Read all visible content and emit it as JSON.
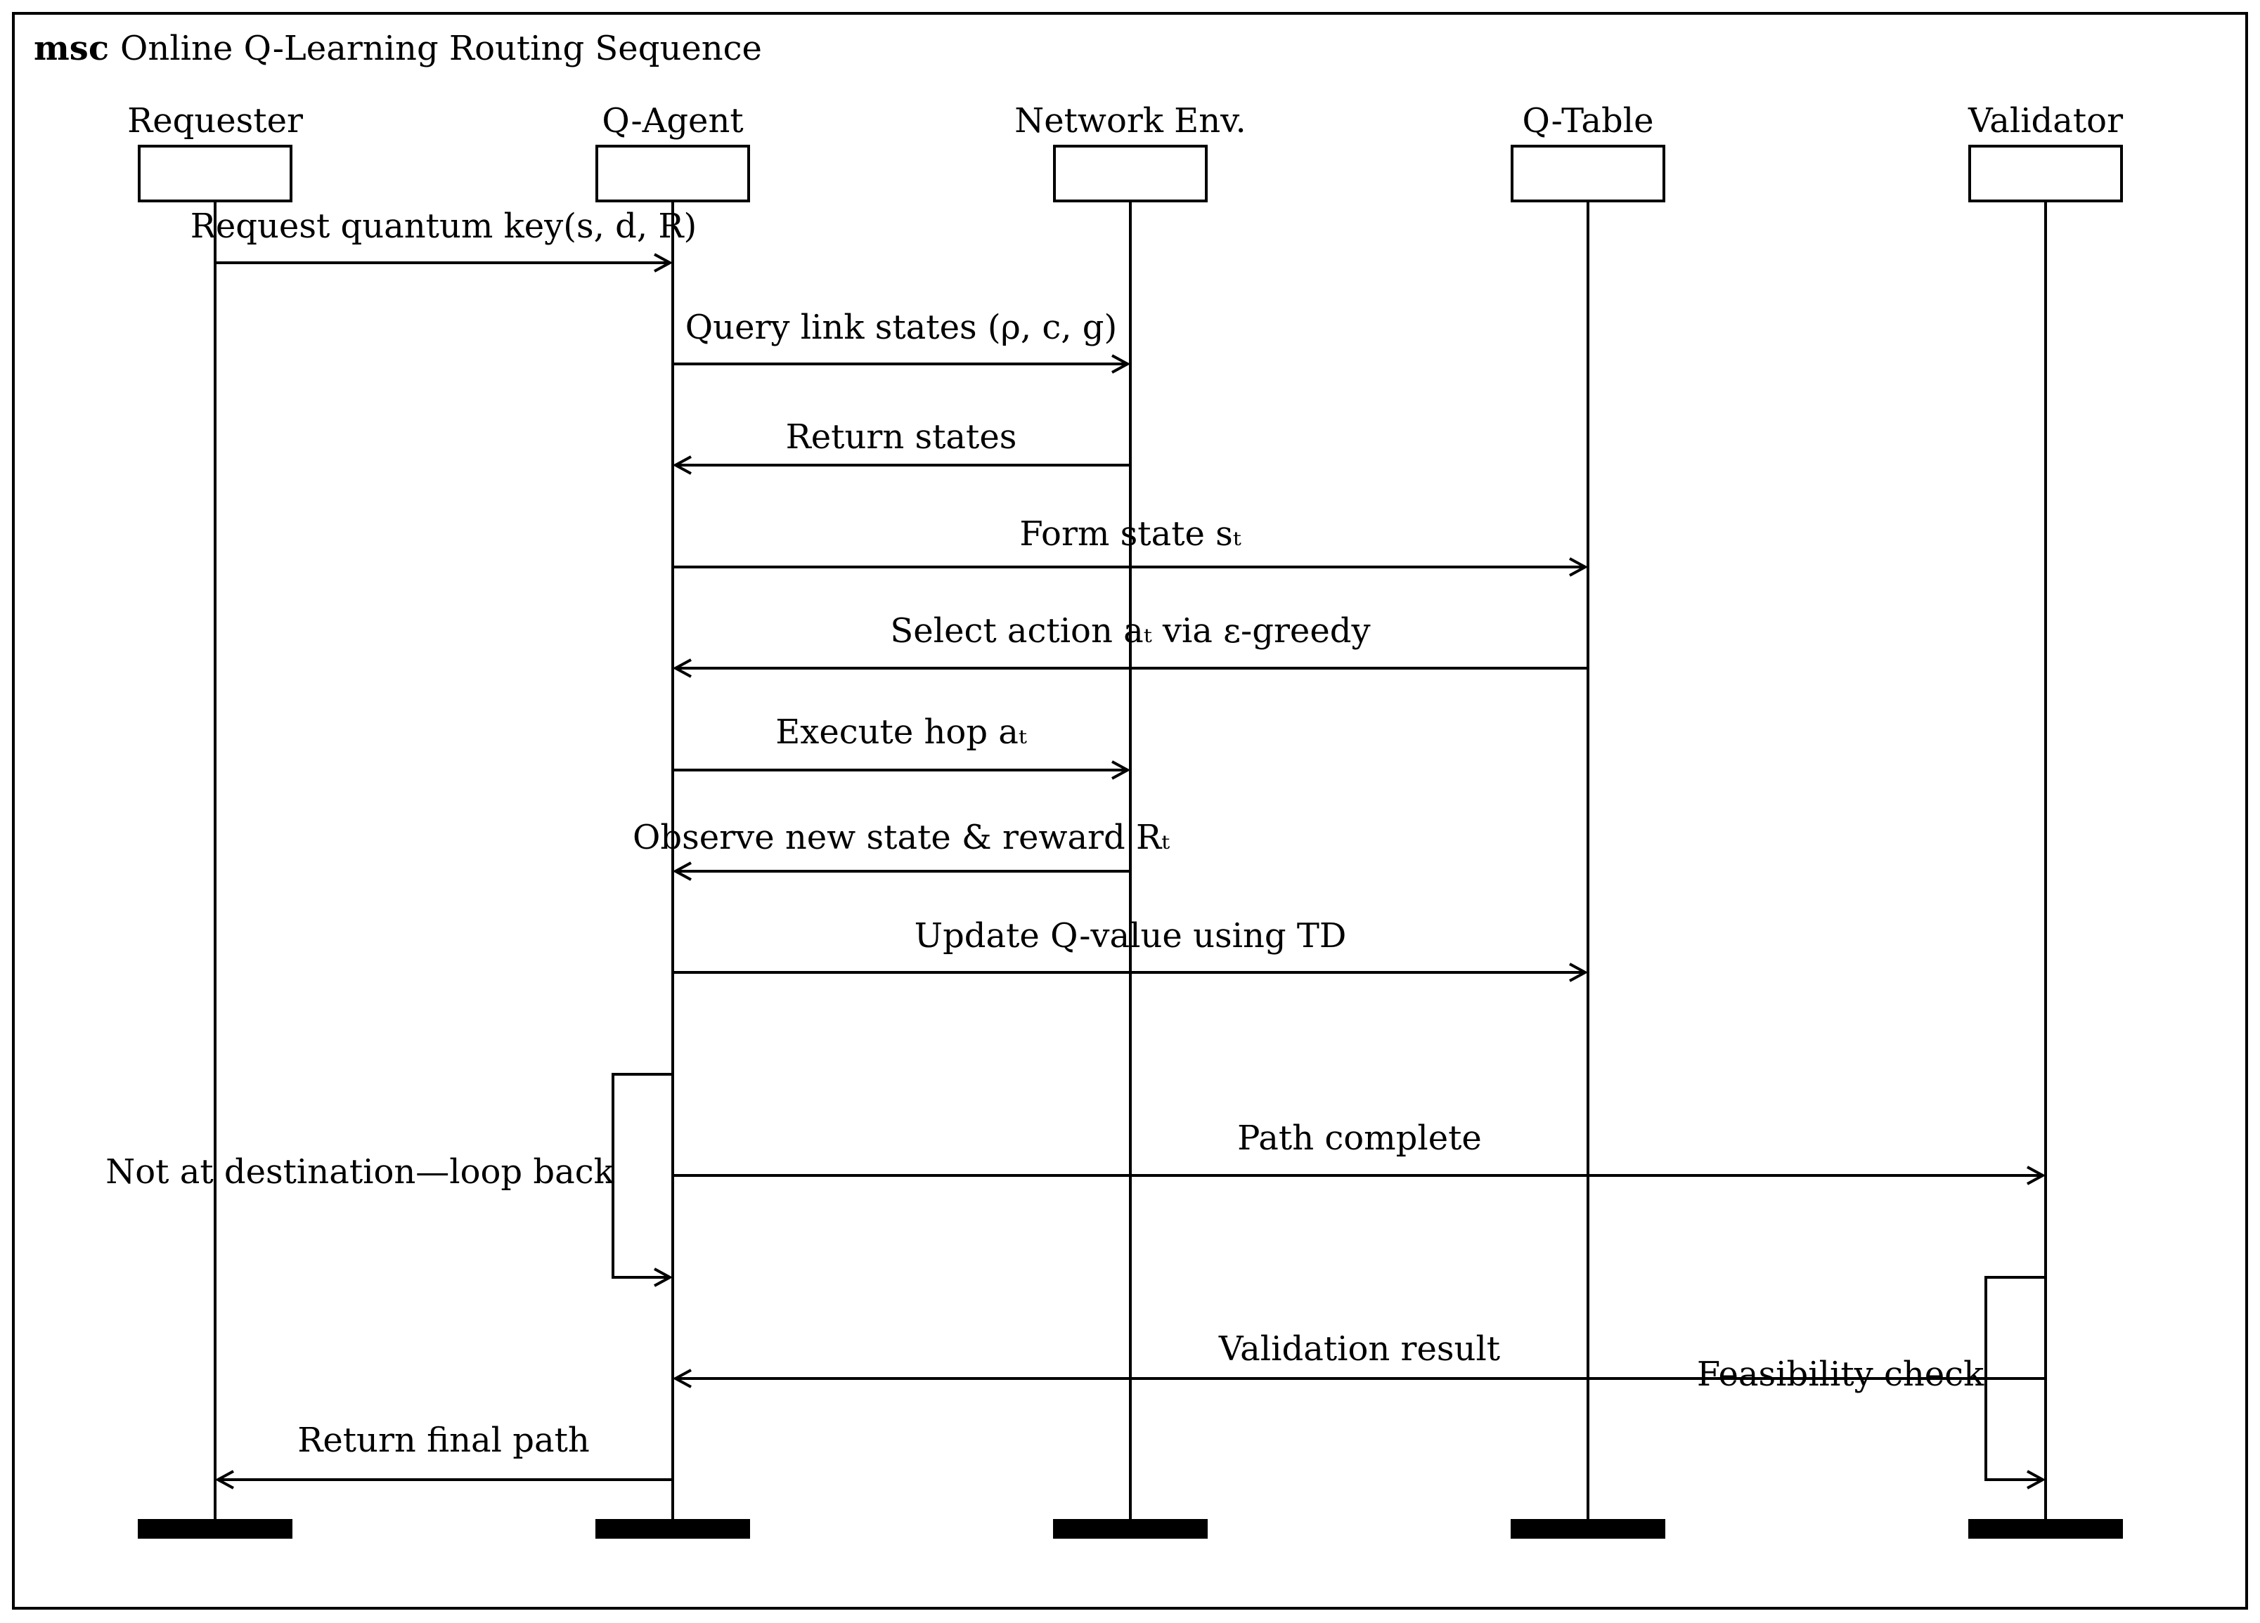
{
  "title": {
    "keyword": "msc",
    "text": "Online Q-Learning Routing Sequence"
  },
  "participants": [
    {
      "id": "requester",
      "label": "Requester"
    },
    {
      "id": "agent",
      "label": "Q-Agent"
    },
    {
      "id": "env",
      "label": "Network Env."
    },
    {
      "id": "qtable",
      "label": "Q-Table"
    },
    {
      "id": "validator",
      "label": "Validator"
    }
  ],
  "messages": [
    {
      "from": "requester",
      "to": "agent",
      "label": "Request quantum key(s, d, R)"
    },
    {
      "from": "agent",
      "to": "env",
      "label": "Query link states (ρ, c, g)"
    },
    {
      "from": "env",
      "to": "agent",
      "label": "Return states"
    },
    {
      "from": "agent",
      "to": "qtable",
      "label": "Form state sₜ"
    },
    {
      "from": "qtable",
      "to": "agent",
      "label": "Select action aₜ via ε-greedy"
    },
    {
      "from": "agent",
      "to": "env",
      "label": "Execute hop aₜ"
    },
    {
      "from": "env",
      "to": "agent",
      "label": "Observe new state & reward Rₜ"
    },
    {
      "from": "agent",
      "to": "qtable",
      "label": "Update Q-value using TD"
    },
    {
      "from": "agent",
      "to": "validator",
      "label": "Path complete"
    },
    {
      "from": "validator",
      "to": "agent",
      "label": "Validation result"
    },
    {
      "from": "agent",
      "to": "requester",
      "label": "Return final path"
    }
  ],
  "self_messages": [
    {
      "participant": "agent",
      "label": "Not at destination—loop back"
    },
    {
      "participant": "validator",
      "label": "Feasibility check"
    }
  ]
}
